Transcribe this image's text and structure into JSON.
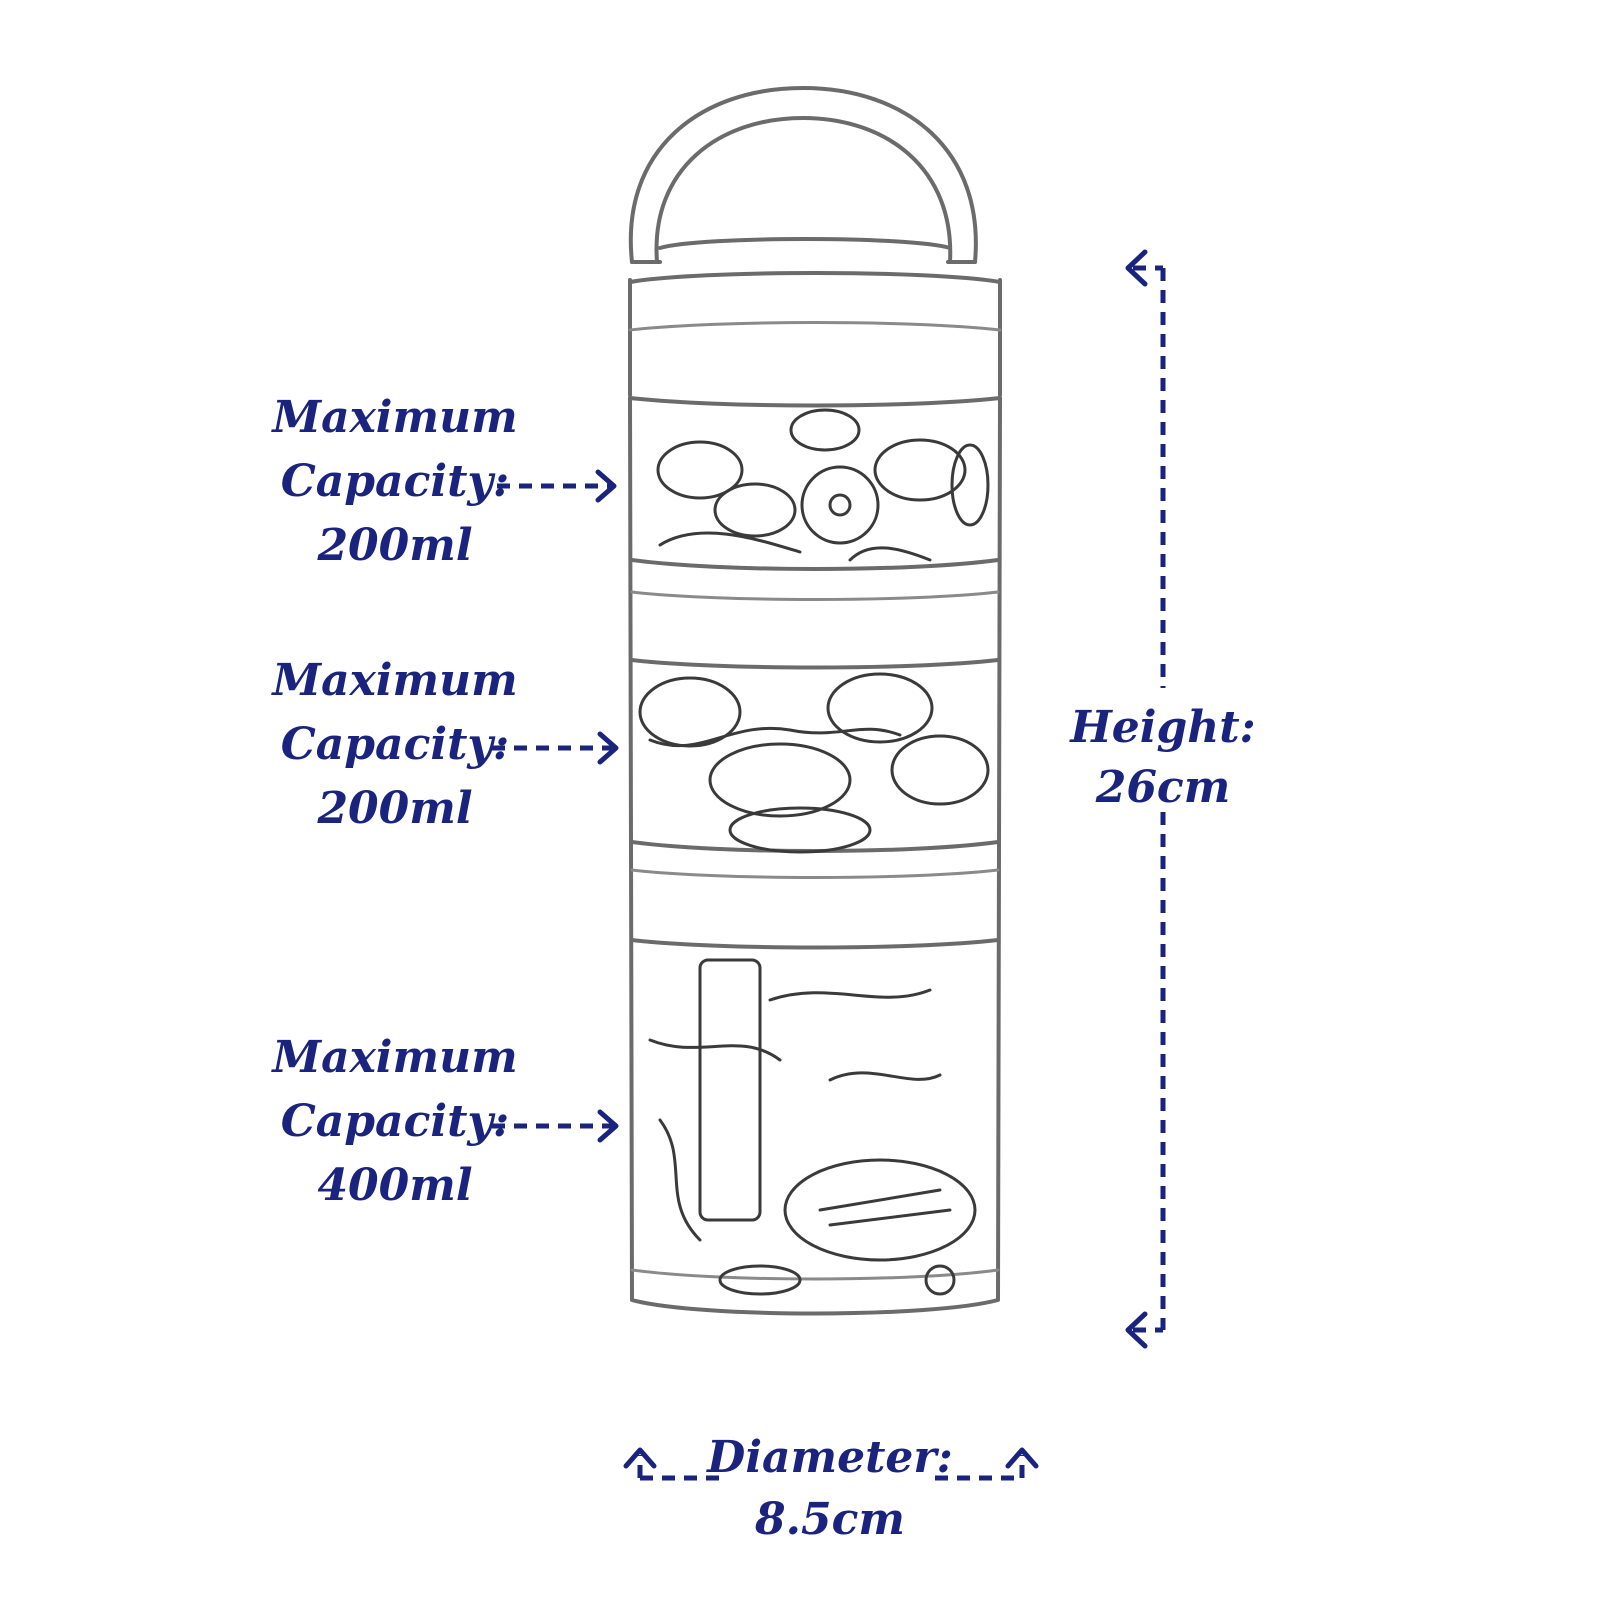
{
  "capacities": [
    {
      "label_line1": "Maximum",
      "label_line2": "Capacity:",
      "value": "200ml"
    },
    {
      "label_line1": "Maximum",
      "label_line2": "Capacity:",
      "value": "200ml"
    },
    {
      "label_line1": "Maximum",
      "label_line2": "Capacity:",
      "value": "400ml"
    }
  ],
  "height": {
    "label": "Height:",
    "value": "26cm"
  },
  "diameter": {
    "label": "Diameter:",
    "value": "8.5cm"
  },
  "colors": {
    "annotation": "#1a237e",
    "sketch": "#6b6b6b"
  }
}
